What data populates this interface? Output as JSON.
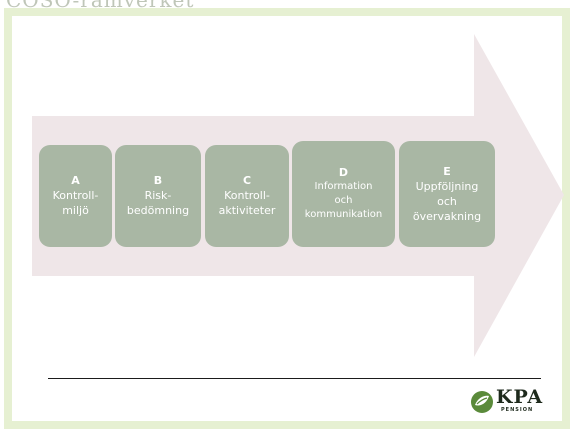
{
  "title_fragment": "COSO-ramverket",
  "steps": [
    {
      "letter": "A",
      "label": "Kontroll-\nmiljö"
    },
    {
      "letter": "B",
      "label": "Risk-\nbedömning"
    },
    {
      "letter": "C",
      "label": "Kontroll-\naktiviteter"
    },
    {
      "letter": "D",
      "label": "Information\noch\nkommunikation"
    },
    {
      "letter": "E",
      "label": "Uppföljning\noch\növervakning"
    }
  ],
  "logo": {
    "name": "KPA",
    "sub": "PENSION"
  },
  "colors": {
    "frame_border": "#e6f0d2",
    "arrow_fill": "#efe6e8",
    "step_fill": "#a9b7a4",
    "logo_green": "#5a8a3a"
  }
}
